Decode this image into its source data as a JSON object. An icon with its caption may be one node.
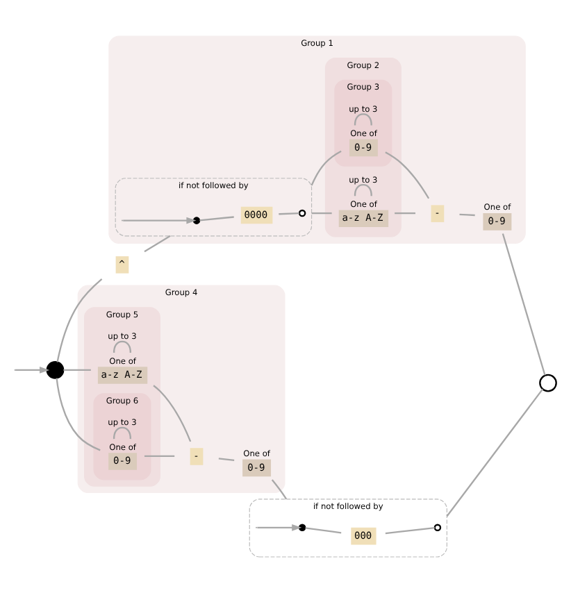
{
  "diagram": {
    "nodes": [
      {
        "text": [],
        "shape": "circle"
      },
      {
        "text": [
          "^"
        ]
      },
      {
        "text": [
          "Group 1"
        ]
      },
      {
        "text": [
          "if not followed by"
        ],
        "in": 2
      },
      {
        "text": [],
        "shape": "circle",
        "in": 3
      },
      {
        "text": [
          "0000"
        ],
        "in": 3
      },
      {
        "text": [],
        "shape": "circle",
        "in": 3
      },
      {
        "text": [
          "Group 2"
        ],
        "in": 2
      },
      {
        "text": [
          "One of",
          "a-z A-Z"
        ],
        "in": 7
      },
      {
        "text": [
          "Group 3"
        ],
        "in": 7
      },
      {
        "text": [
          "One of",
          "0-9"
        ],
        "in": 9
      },
      {
        "text": [
          "-"
        ],
        "in": 2
      },
      {
        "text": [
          "One of",
          "0-9"
        ],
        "in": 2
      },
      {
        "text": [
          "Group 4"
        ]
      },
      {
        "text": [
          "Group 5"
        ],
        "in": 13
      },
      {
        "text": [
          "One of",
          "a-z A-Z"
        ],
        "in": 14
      },
      {
        "text": [
          "Group 6"
        ],
        "in": 14
      },
      {
        "text": [
          "One of",
          "0-9"
        ],
        "in": 16
      },
      {
        "text": [
          "-"
        ],
        "in": 13
      },
      {
        "text": [
          "One of",
          "0-9"
        ],
        "in": 13
      },
      {
        "text": [
          "if not followed by"
        ]
      },
      {
        "text": [],
        "shape": "circle",
        "in": 20
      },
      {
        "text": [
          "000"
        ],
        "in": 20
      },
      {
        "text": [],
        "shape": "circle",
        "in": 20
      },
      {
        "text": [],
        "shape": "circle"
      }
    ],
    "edges": [
      {
        "from": null,
        "to": 0,
        "arrow": "to"
      },
      {
        "from": 0,
        "to": 1,
        "arrow": "none"
      },
      {
        "from": 1,
        "to": 3,
        "arrow": "none"
      },
      {
        "from": 3,
        "to": 4,
        "arrow": "to"
      },
      {
        "from": 4,
        "to": 5,
        "arrow": "none"
      },
      {
        "from": 5,
        "to": 6,
        "arrow": "none"
      },
      {
        "from": 3,
        "to": 8,
        "arrow": "none"
      },
      {
        "from": 3,
        "to": 10,
        "arrow": "none"
      },
      {
        "from": 8,
        "to": 8,
        "arrow": "none",
        "label": "up to 3"
      },
      {
        "from": 10,
        "to": 10,
        "arrow": "none",
        "label": "up to 3"
      },
      {
        "from": 8,
        "to": 11,
        "arrow": "none"
      },
      {
        "from": 10,
        "to": 11,
        "arrow": "none"
      },
      {
        "from": 11,
        "to": 12,
        "arrow": "none"
      },
      {
        "from": 12,
        "to": 24,
        "arrow": "none"
      },
      {
        "from": 0,
        "to": 15,
        "arrow": "none"
      },
      {
        "from": 0,
        "to": 17,
        "arrow": "none"
      },
      {
        "from": 15,
        "to": 15,
        "arrow": "none",
        "label": "up to 3"
      },
      {
        "from": 17,
        "to": 17,
        "arrow": "none",
        "label": "up to 3"
      },
      {
        "from": 15,
        "to": 18,
        "arrow": "none"
      },
      {
        "from": 17,
        "to": 18,
        "arrow": "none"
      },
      {
        "from": 18,
        "to": 19,
        "arrow": "none"
      },
      {
        "from": 19,
        "to": 20,
        "arrow": "none"
      },
      {
        "from": 20,
        "to": 21,
        "arrow": "to"
      },
      {
        "from": 21,
        "to": 22,
        "arrow": "none"
      },
      {
        "from": 22,
        "to": 23,
        "arrow": "none"
      },
      {
        "from": 20,
        "to": 24,
        "arrow": "none"
      }
    ]
  }
}
